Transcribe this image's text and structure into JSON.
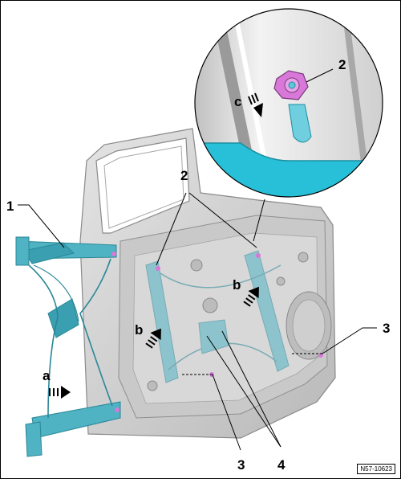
{
  "callouts": {
    "c1": "1",
    "c2_zoom": "2",
    "c2_main": "2",
    "c3_right": "3",
    "c3_bottom": "3",
    "c4": "4",
    "a": "a",
    "b_left": "b",
    "b_right": "b",
    "c": "c"
  },
  "reference_code": "N57-10623",
  "colors": {
    "regulator": "#4fb3c3",
    "regulator_dark": "#2a8797",
    "door": "#d2d2d2",
    "door_dark": "#9c9c9c",
    "nut": "#d878d8",
    "zoom_cyan": "#27c0d8"
  }
}
